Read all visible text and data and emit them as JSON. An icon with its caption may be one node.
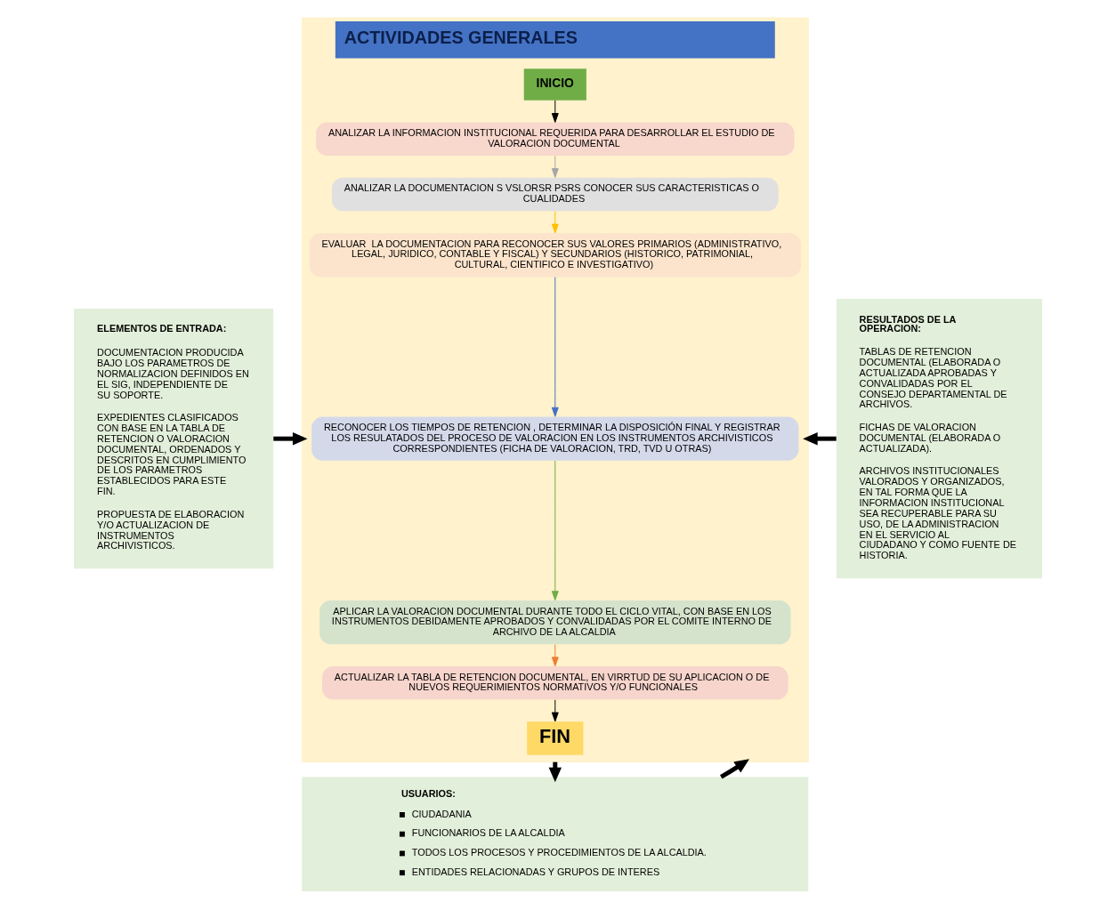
{
  "diagram": {
    "nodes": [
      {
        "text": [
          "ACTIVIDADES GENERALES"
        ]
      },
      {
        "text": [
          "INICIO"
        ],
        "in": 0
      },
      {
        "text": [
          "ANALIZAR LA INFORMACION INSTITUCIONAL REQUERIDA PARA DESARROLLAR EL ESTUDIO DE VALORACION DOCUMENTAL"
        ],
        "in": 0
      },
      {
        "text": [
          "ANALIZAR LA DOCUMENTACION S VSLORSR PSRS CONOCER SUS CARACTERISTICAS O CUALIDADES"
        ],
        "in": 0
      },
      {
        "text": [
          "EVALUAR  LA DOCUMENTACION PARA RECONOCER SUS VALORES PRIMARIOS (ADMINISTRATIVO, LEGAL, JURIDICO, CONTABLE Y FISCAL) Y SECUNDARIOS (HISTORICO, PATRIMONIAL, CULTURAL, CIENTIFICO E INVESTIGATIVO)"
        ],
        "in": 0
      },
      {
        "text": [
          "RECONOCER LOS TIEMPOS DE RETENCION , DETERMINAR LA DISPOSICIÓN FINAL Y REGISTRAR LOS RESULATADOS DEL PROCESO DE VALORACION EN LOS INSTRUMENTOS ARCHIVISTICOS CORRESPONDIENTES (FICHA DE VALORACION, TRD, TVD U OTRAS)"
        ],
        "in": 0
      },
      {
        "text": [
          "APLICAR LA VALORACION DOCUMENTAL DURANTE TODO EL CICLO VITAL, CON BASE EN LOS INSTRUMENTOS DEBIDAMENTE APROBADOS Y CONVALIDADAS POR EL COMITE INTERNO DE ARCHIVO DE LA ALCALDIA"
        ],
        "in": 0
      },
      {
        "text": [
          "ACTUALIZAR LA TABLA DE RETENCION DOCUMENTAL, EN VIRRTUD DE SU APLICACION O DE NUEVOS REQUERIMIENTOS NORMATIVOS Y/O FUNCIONALES"
        ],
        "in": 0
      },
      {
        "text": [
          "FIN"
        ],
        "in": 0
      },
      {
        "text": [
          "ELEMENTOS DE ENTRADA:",
          "DOCUMENTACION PRODUCIDA BAJO LOS PARAMETROS DE NORMALIZACION DEFINIDOS EN EL SIG, INDEPENDIENTE DE SU SOPORTE.",
          "EXPEDIENTES CLASIFICADOS CON BASE EN LA TABLA DE RETENCION O VALORACION DOCUMENTAL, ORDENADOS Y DESCRITOS EN CUMPLIMIENTO DE LOS PARAMETROS ESTABLECIDOS PARA ESTE FIN.",
          "PROPUESTA DE ELABORACION Y/O ACTUALIZACION DE INSTRUMENTOS ARCHIVISTICOS."
        ]
      },
      {
        "text": [
          "RESULTADOS DE LA OPERACION:",
          "TABLAS DE RETENCION DOCUMENTAL (ELABORADA O ACTUALIZADA APROBADAS Y CONVALIDADAS POR EL CONSEJO DEPARTAMENTAL DE ARCHIVOS.",
          "FICHAS DE VALORACION DOCUMENTAL (ELABORADA O ACTUALIZADA).",
          "ARCHIVOS INSTITUCIONALES VALORADOS Y ORGANIZADOS, EN TAL FORMA QUE LA INFORMACION INSTITUCIONAL SEA RECUPERABLE PARA SU USO, DE LA ADMINISTRACION EN EL SERVICIO AL CIUDADANO Y COMO FUENTE DE HISTORIA."
        ]
      },
      {
        "text": [
          "USUARIOS:",
          "CIUDADANIA",
          "FUNCIONARIOS DE LA ALCALDIA",
          "TODOS LOS PROCESOS Y PROCEDIMIENTOS DE LA ALCALDIA.",
          "ENTIDADES RELACIONADAS Y GRUPOS DE INTERES"
        ]
      }
    ],
    "edges": [
      {
        "from": 1,
        "to": 2,
        "arrow": "to"
      },
      {
        "from": 2,
        "to": 3,
        "arrow": "to",
        "color": "#a6a6a6"
      },
      {
        "from": 3,
        "to": 4,
        "arrow": "to",
        "color": "#ffc000"
      },
      {
        "from": 4,
        "to": 5,
        "arrow": "to",
        "color": "#4472c4"
      },
      {
        "from": 5,
        "to": 6,
        "arrow": "to",
        "color": "#70ad47"
      },
      {
        "from": 6,
        "to": 7,
        "arrow": "to",
        "color": "#ed7d31"
      },
      {
        "from": 7,
        "to": 8,
        "arrow": "to"
      },
      {
        "from": 9,
        "to": 0,
        "arrow": "to",
        "style": "thick"
      },
      {
        "from": 10,
        "to": 0,
        "arrow": "to",
        "style": "thick"
      },
      {
        "from": 0,
        "to": 11,
        "arrow": "to",
        "style": "thick"
      },
      {
        "from": 11,
        "to": 0,
        "arrow": "to",
        "style": "thick"
      }
    ]
  }
}
